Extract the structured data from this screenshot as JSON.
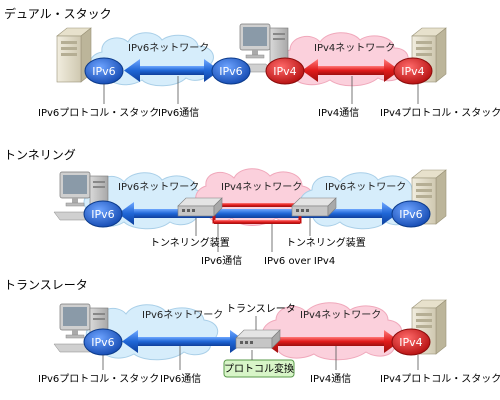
{
  "colors": {
    "ipv6": "#1f66d6",
    "ipv4": "#e01a1a",
    "cloud_v6": "#d6edfb",
    "cloud_v4": "#fbd0dc",
    "badge_v6": "#1a5fc8",
    "badge_v4": "#e31b1b",
    "protocol_box": "#d8f5c8"
  },
  "sections": {
    "dual": {
      "title": "デュアル・スタック",
      "cloud_v6": "IPv6ネットワーク",
      "cloud_v4": "IPv4ネットワーク",
      "badge_left_v6": "IPv6",
      "badge_mid_v6": "IPv6",
      "badge_mid_v4": "IPv4",
      "badge_right_v4": "IPv4",
      "label_stack_left": "IPv6プロトコル・スタック",
      "label_comm_v6": "IPv6通信",
      "label_comm_v4": "IPv4通信",
      "label_stack_right": "IPv4プロトコル・スタック"
    },
    "tunnel": {
      "title": "トンネリング",
      "cloud_left": "IPv6ネットワーク",
      "cloud_mid": "IPv4ネットワーク",
      "cloud_right": "IPv6ネットワーク",
      "badge_left": "IPv6",
      "badge_right": "IPv6",
      "label_device_left": "トンネリング装置",
      "label_device_right": "トンネリング装置",
      "label_comm": "IPv6通信",
      "label_over": "IPv6 over IPv4"
    },
    "translator": {
      "title": "トランスレータ",
      "device_label": "トランスレータ",
      "cloud_v6": "IPv6ネットワーク",
      "cloud_v4": "IPv4ネットワーク",
      "badge_left": "IPv6",
      "badge_right": "IPv4",
      "label_stack_left": "IPv6プロトコル・スタック",
      "label_comm_v6": "IPv6通信",
      "protocol_convert": "プロトコル変換",
      "label_comm_v4": "IPv4通信",
      "label_stack_right": "IPv4プロトコル・スタック"
    }
  }
}
